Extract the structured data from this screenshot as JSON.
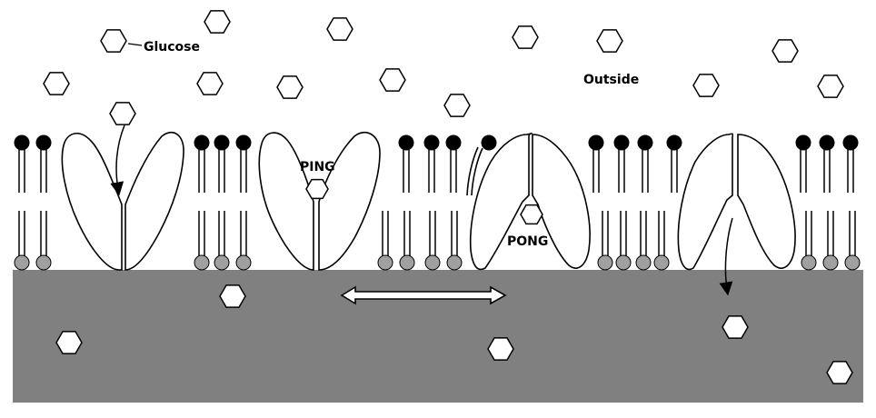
{
  "labels": {
    "glucose": "Glucose",
    "outside": "Outside",
    "ping": "PING",
    "pong": "PONG"
  },
  "colors": {
    "inside": "#808080",
    "head_outer": "#000000",
    "head_inner": "#a0a0a0",
    "molecule_fill": "#ffffff",
    "stroke": "#000000"
  },
  "icons": {
    "molecule": "hexagon-icon",
    "transport": "double-arrow-icon"
  }
}
